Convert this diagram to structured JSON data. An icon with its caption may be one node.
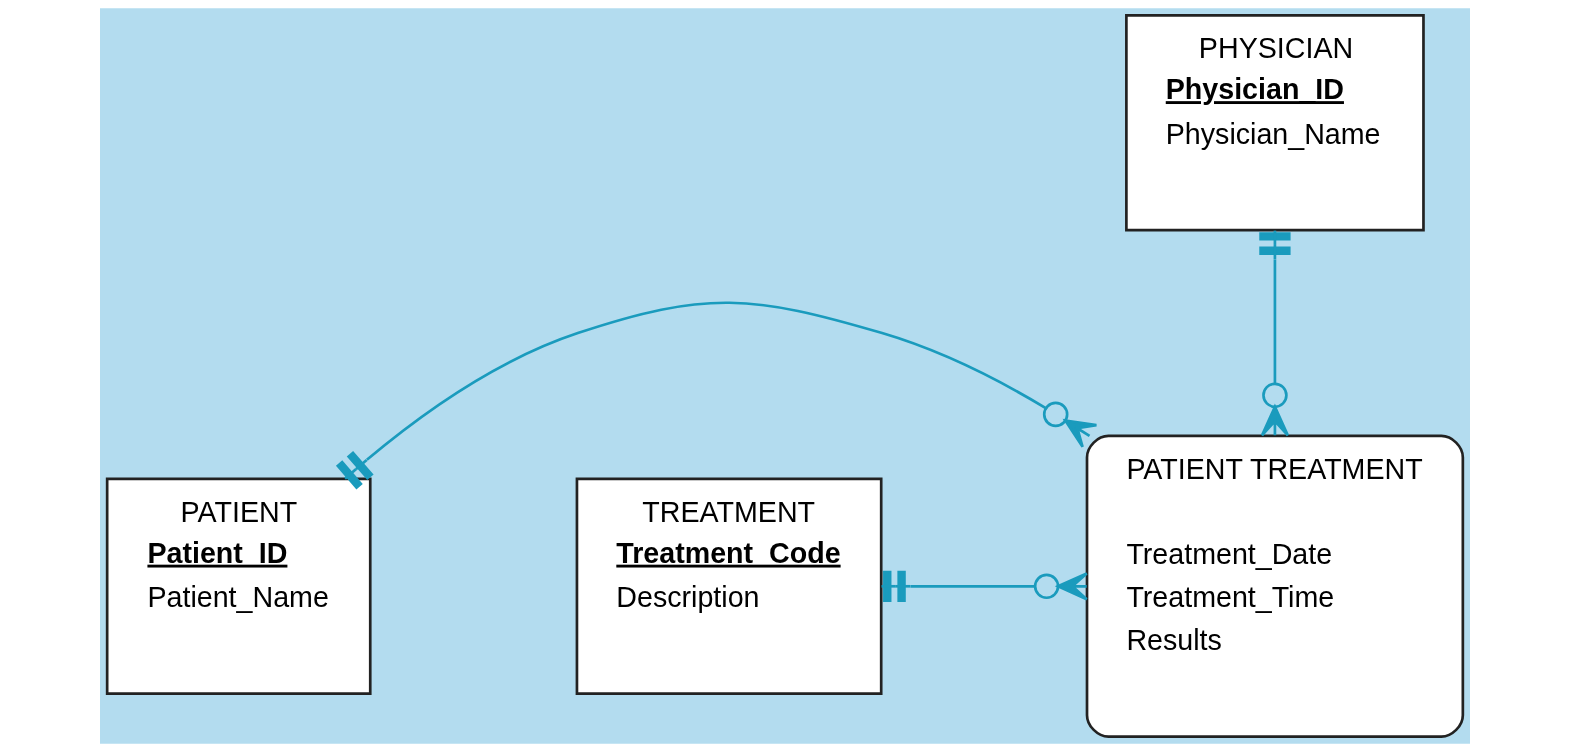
{
  "diagram": {
    "nodes": [
      {
        "text": [
          "PHYSICIAN",
          "Physician_ID",
          "Physician_Name"
        ]
      },
      {
        "text": [
          "PATIENT",
          "Patient_ID",
          "Patient_Name"
        ]
      },
      {
        "text": [
          "PATIENT TREATMENT",
          "Treatment_Date",
          "Treatment_Time",
          "Results"
        ]
      },
      {
        "text": [
          "TREATMENT",
          "Treatment_Code",
          "Description"
        ]
      }
    ],
    "edges": [
      {
        "from": 0,
        "to": 2,
        "arrow": "other"
      },
      {
        "from": 1,
        "to": 2,
        "arrow": "other"
      },
      {
        "from": 3,
        "to": 2,
        "arrow": "other"
      }
    ]
  }
}
